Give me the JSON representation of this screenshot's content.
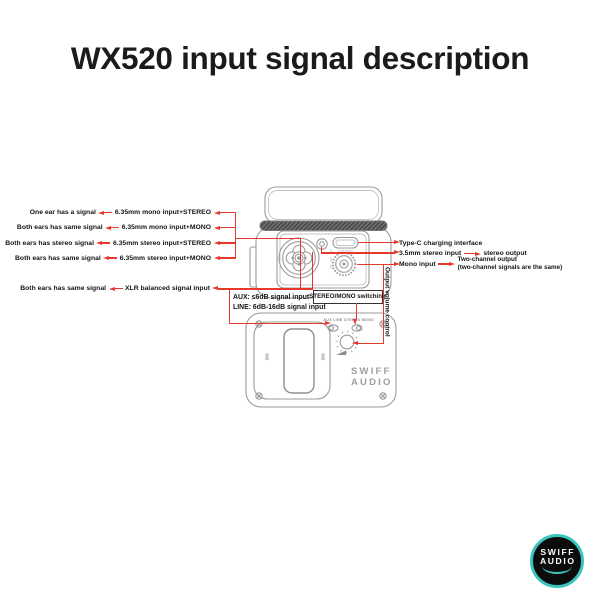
{
  "title": "WX520 input signal description",
  "colors": {
    "accent_red": "#e7382d",
    "device_outline": "#9b9b9b",
    "logo_ring": "#39c4bd"
  },
  "left_callouts": [
    {
      "desc": "One ear has a signal",
      "input": "6.35mm mono input+STEREO"
    },
    {
      "desc": "Both ears has same signal",
      "input": "6.35mm mono input+MONO"
    },
    {
      "desc": "Both ears has stereo signal",
      "input": "6.35mm stereo input+STEREO"
    },
    {
      "desc": "Both ears has same signal",
      "input": "6.35mm stereo input+MONO"
    },
    {
      "desc": "Both ears has same signal",
      "input": "XLR balanced signal input"
    }
  ],
  "right_callouts": {
    "typec": "Type-C charging interface",
    "stereo_input": "3.5mm stereo input",
    "stereo_output": "stereo output",
    "mono_input": "Mono input",
    "mono_output_line1": "Two-channel output",
    "mono_output_line2": "(two-channel signals are the same)"
  },
  "annotations": {
    "aux": "AUX:  ≤6dB signal input",
    "line": "LINE:  6dB-16dB signal input",
    "stereo_mono_switching": "STEREO/MONO switching",
    "output_volume": "Output volume control"
  },
  "device_front": {
    "toggle1": "AUX LINE",
    "toggle2": "STEREO MONO",
    "brand_line1": "SWIFF",
    "brand_line2": "AUDIO"
  },
  "logo": {
    "line1": "SWIFF",
    "line2": "AUDIO"
  }
}
